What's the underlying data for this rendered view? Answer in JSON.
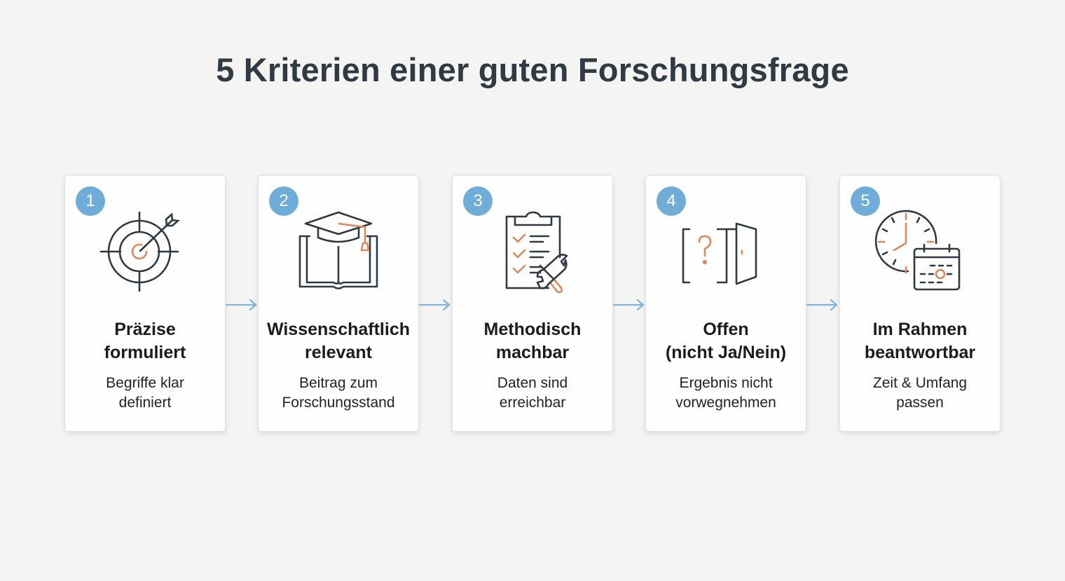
{
  "title": "5 Kriterien einer guten Forschungsfrage",
  "colors": {
    "badge": "#6eadd8",
    "icon_stroke": "#2f3a42",
    "accent": "#e0875a",
    "arrow": "#7fb4dc",
    "background": "#f4f4f2"
  },
  "criteria": [
    {
      "number": "1",
      "icon": "target-arrow-icon",
      "title_line1": "Präzise",
      "title_line2": "formuliert",
      "desc_line1": "Begriffe klar",
      "desc_line2": "definiert"
    },
    {
      "number": "2",
      "icon": "graduation-cap-book-icon",
      "title_line1": "Wissenschaftlich",
      "title_line2": "relevant",
      "desc_line1": "Beitrag zum",
      "desc_line2": "Forschungsstand"
    },
    {
      "number": "3",
      "icon": "clipboard-tools-icon",
      "title_line1": "Methodisch",
      "title_line2": "machbar",
      "desc_line1": "Daten sind",
      "desc_line2": "erreichbar"
    },
    {
      "number": "4",
      "icon": "question-open-door-icon",
      "title_line1": "Offen",
      "title_line2": "(nicht Ja/Nein)",
      "desc_line1": "Ergebnis nicht",
      "desc_line2": "vorwegnehmen"
    },
    {
      "number": "5",
      "icon": "clock-calendar-icon",
      "title_line1": "Im Rahmen",
      "title_line2": "beantwortbar",
      "desc_line1": "Zeit & Umfang",
      "desc_line2": "passen"
    }
  ]
}
